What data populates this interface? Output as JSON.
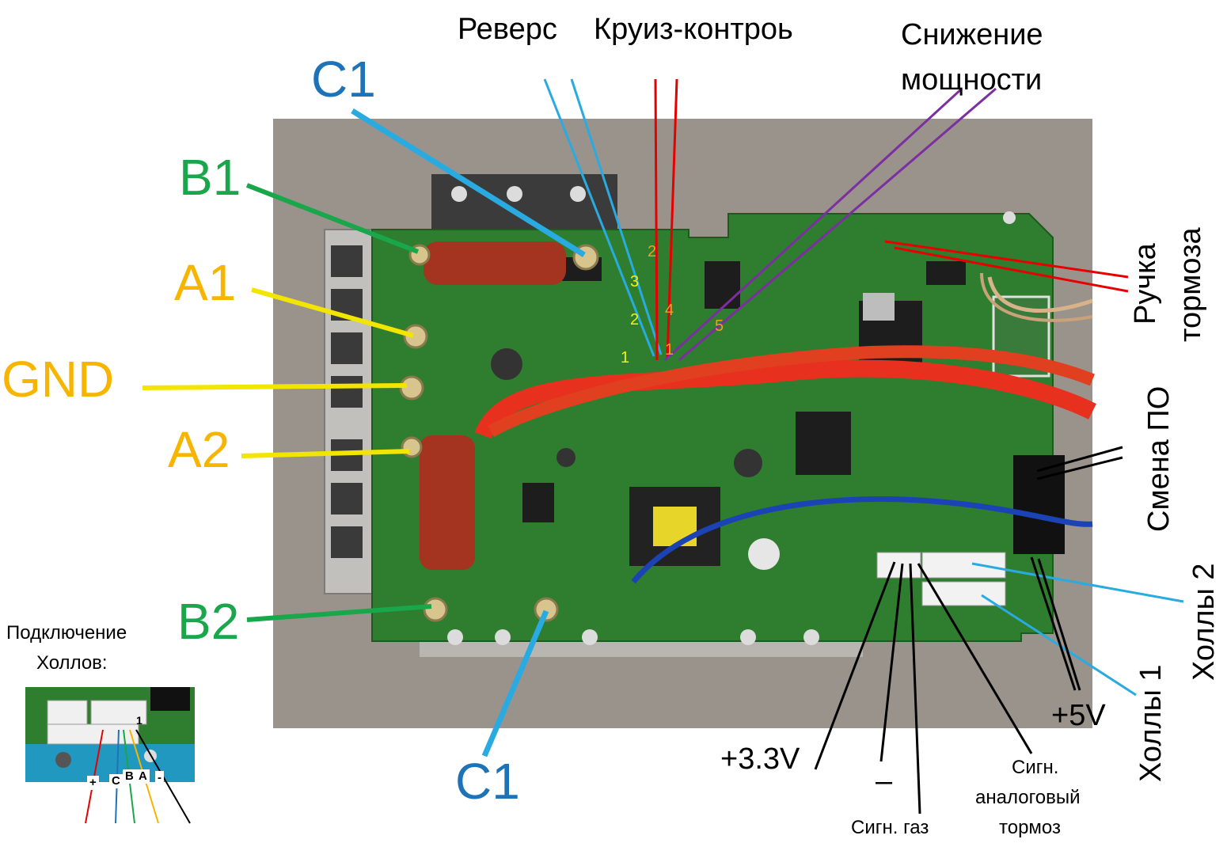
{
  "labels": {
    "c1_top": "C1",
    "c1_bottom": "C1",
    "b1": "B1",
    "a1": "A1",
    "gnd": "GND",
    "a2": "A2",
    "b2": "B2",
    "reverse": "Реверс",
    "cruise": "Круиз-контроь",
    "power_reduce_1": "Снижение",
    "power_reduce_2": "мощности",
    "brake_handle_1": "Ручка",
    "brake_handle_2": "тормоза",
    "firmware": "Смена ПО",
    "halls_2": "Холлы 2",
    "halls_1": "Холлы 1",
    "plus5v": "+5V",
    "plus33v": "+3.3V",
    "minus": "–",
    "throttle_signal": "Сигн. газ",
    "analog_brake_1": "Сигн.",
    "analog_brake_2": "аналоговый",
    "analog_brake_3": "тормоз",
    "hall_conn_1": "Подключение",
    "hall_conn_2": "Холлов:"
  },
  "pin_numbers": [
    "1",
    "2",
    "3",
    "1",
    "2",
    "4",
    "5"
  ],
  "hall_pins": [
    "+",
    "C",
    "B",
    "A",
    "-"
  ],
  "inset_pin_marker": "1",
  "colors": {
    "blue_label": "#1e73b8",
    "green_label": "#1aa64a",
    "gold_label": "#f7b500",
    "wire_cyan": "#29abe2",
    "wire_green": "#1aa64a",
    "wire_yellow": "#f2e500",
    "wire_red": "#e60000",
    "wire_purple": "#7b2fa0",
    "wire_black": "#000000",
    "pcb_green": "#2f7d2e"
  }
}
